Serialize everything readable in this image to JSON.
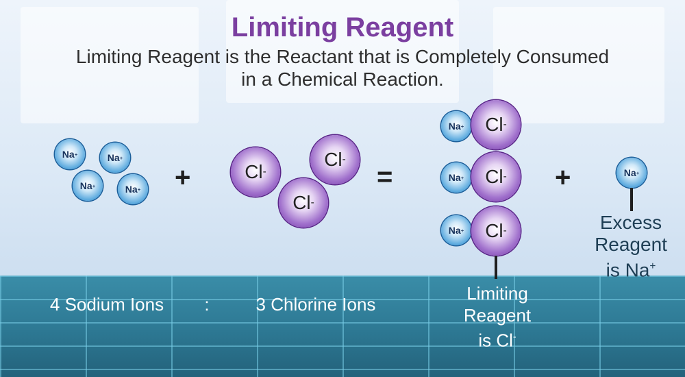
{
  "header": {
    "title": "Limiting Reagent",
    "subtitle": "Limiting Reagent is the Reactant that is Completely Consumed in a Chemical Reaction."
  },
  "reaction": {
    "sodium_symbol": "Na",
    "sodium_charge": "+",
    "chlorine_symbol": "Cl",
    "chlorine_charge": "-",
    "plus_sign": "+",
    "equals_sign": "="
  },
  "labels": {
    "sodium_count": "4 Sodium Ions",
    "ratio_separator": ":",
    "chlorine_count": "3 Chlorine Ions",
    "limiting_line1": "Limiting",
    "limiting_line2": "Reagent",
    "limiting_line3": "is Cl",
    "limiting_charge": "-",
    "excess_line1": "Excess",
    "excess_line2": "Reagent",
    "excess_line3": "is Na",
    "excess_charge": "+"
  },
  "colors": {
    "title": "#7b3fa0",
    "sodium": "#3a8fd6",
    "chlorine": "#7d3fb0",
    "floor": "#2d7893"
  }
}
